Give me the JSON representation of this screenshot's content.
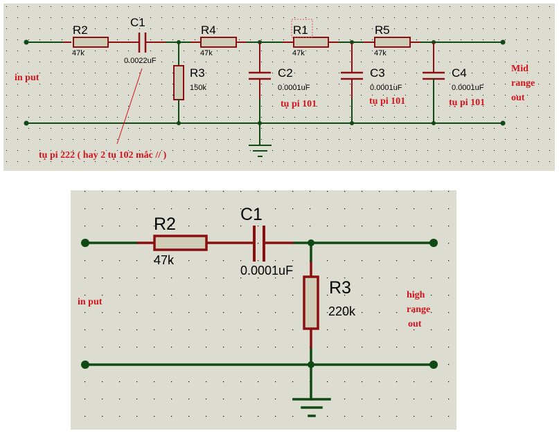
{
  "colors": {
    "panel_background": "#dcdcd0",
    "wire_green": "#0f4a14",
    "component_red": "#8b0f0f",
    "resistor_fill": "#cfcdb8",
    "annotation_red": "#d3141c",
    "grid_dot": "#000000"
  },
  "mid_range_filter": {
    "input_label": "in put",
    "output_label_lines": [
      "Mid",
      "range",
      "out"
    ],
    "components": {
      "R2": {
        "name": "R2",
        "value": "47k"
      },
      "C1": {
        "name": "C1",
        "value": "0.0022uF"
      },
      "R3": {
        "name": "R3",
        "value": "150k"
      },
      "R4": {
        "name": "R4",
        "value": "47k"
      },
      "C2": {
        "name": "C2",
        "value": "0.0001uF",
        "note": "tụ pi 101"
      },
      "R1": {
        "name": "R1",
        "value": "47k"
      },
      "C3": {
        "name": "C3",
        "value": "0.0001uF",
        "note": "tụ pi 101"
      },
      "R5": {
        "name": "R5",
        "value": "47k"
      },
      "C4": {
        "name": "C4",
        "value": "0.0001uF",
        "note": "tụ pi 101"
      }
    },
    "callout_note": "tụ pi 222 ( hay 2 tụ 102 mắc // )"
  },
  "high_range_filter": {
    "input_label": "in put",
    "output_label_lines": [
      "high",
      "range",
      "out"
    ],
    "components": {
      "R2": {
        "name": "R2",
        "value": "47k"
      },
      "C1": {
        "name": "C1",
        "value": "0.0001uF"
      },
      "R3": {
        "name": "R3",
        "value": "220k"
      }
    }
  }
}
